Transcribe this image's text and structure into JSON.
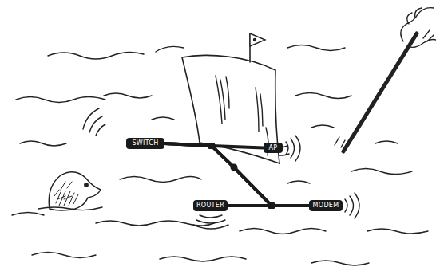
{
  "diagram": {
    "nodes": [
      {
        "text": [
          "SWITCH"
        ]
      },
      {
        "text": [
          "AP"
        ]
      },
      {
        "text": [
          "ROUTER"
        ]
      },
      {
        "text": [
          "MODEM"
        ]
      }
    ],
    "edges": [
      {
        "from": 0,
        "to": 1,
        "arrow": "none"
      },
      {
        "from": 0,
        "to": 2,
        "arrow": "none"
      },
      {
        "from": 0,
        "to": 3,
        "arrow": "none"
      }
    ]
  }
}
